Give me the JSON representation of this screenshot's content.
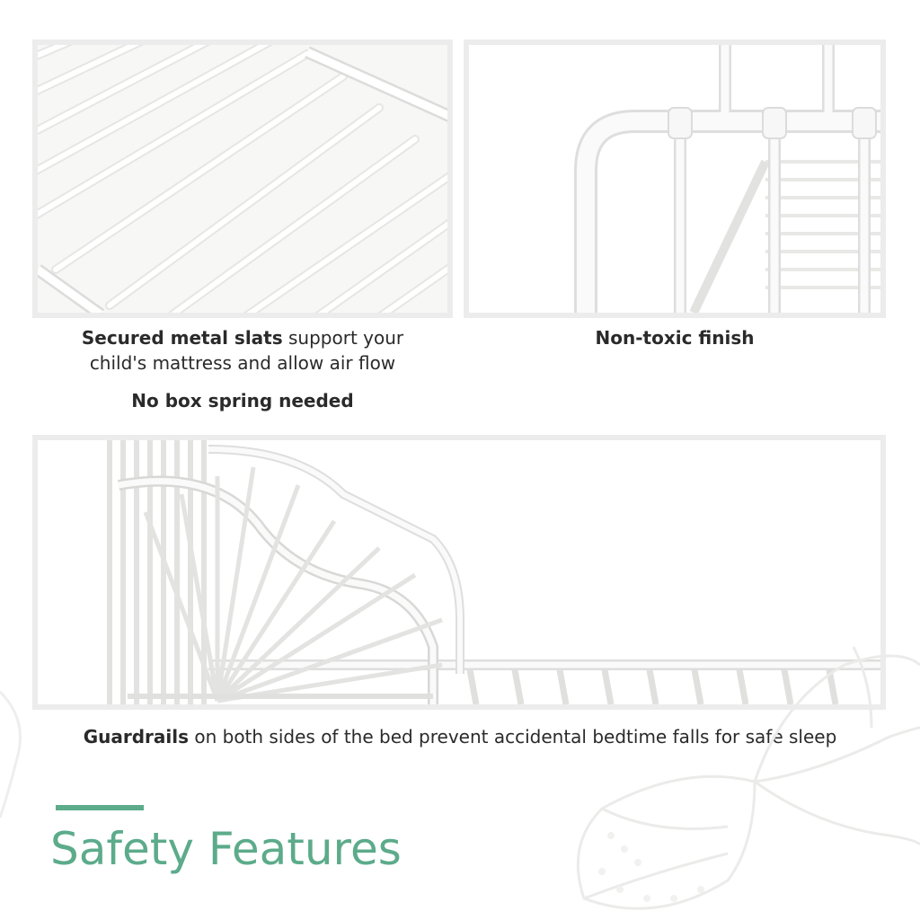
{
  "captions": {
    "slats_bold": "Secured metal slats",
    "slats_rest_1": " support your",
    "slats_rest_2": "child's mattress and allow air flow",
    "finish": "Non-toxic finish",
    "box_spring": "No box spring needed",
    "guard_bold": "Guardrails",
    "guard_rest": " on both sides of the bed prevent accidental bedtime falls for safe sleep"
  },
  "section": {
    "title": "Safety Features"
  },
  "colors": {
    "accent": "#5cab8b",
    "panel_border": "#ececec",
    "metal": "#f4f4f2"
  },
  "images": {
    "slats_panel": "white metal bed slats close-up",
    "finish_panel": "white metal bed frame corner",
    "guard_panel": "white metal bed with fan-shaped guardrail",
    "watermark": "butterfly-icon"
  }
}
